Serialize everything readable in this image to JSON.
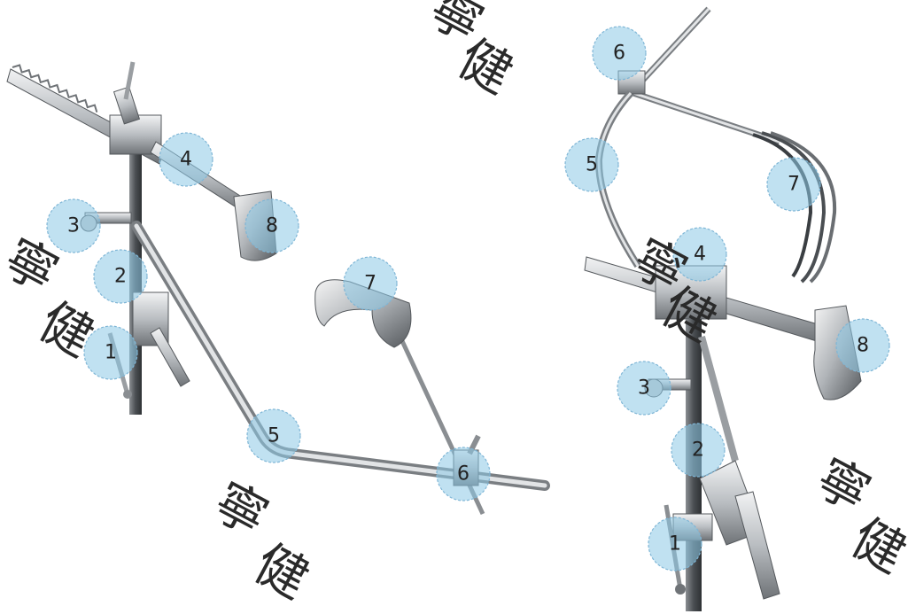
{
  "figure": {
    "colors": {
      "callout_fill": "#8cc8e6",
      "callout_stroke": "#7fb6d6",
      "metal_light": "#e6e8ea",
      "metal_mid": "#b8bcc0",
      "metal_dark": "#6f7377"
    },
    "left_view": {
      "callouts": [
        {
          "label": "1"
        },
        {
          "label": "2"
        },
        {
          "label": "3"
        },
        {
          "label": "4"
        },
        {
          "label": "5"
        },
        {
          "label": "6"
        },
        {
          "label": "7"
        },
        {
          "label": "8"
        }
      ]
    },
    "right_view": {
      "callouts": [
        {
          "label": "1"
        },
        {
          "label": "2"
        },
        {
          "label": "3"
        },
        {
          "label": "4"
        },
        {
          "label": "5"
        },
        {
          "label": "6"
        },
        {
          "label": "7"
        },
        {
          "label": "8"
        }
      ]
    },
    "watermarks": [
      {
        "text": "寧"
      },
      {
        "text": "健"
      },
      {
        "text": "寧"
      },
      {
        "text": "健"
      },
      {
        "text": "寧"
      },
      {
        "text": "健"
      },
      {
        "text": "寧"
      },
      {
        "text": "健"
      },
      {
        "text": "寧"
      },
      {
        "text": "健"
      }
    ]
  }
}
